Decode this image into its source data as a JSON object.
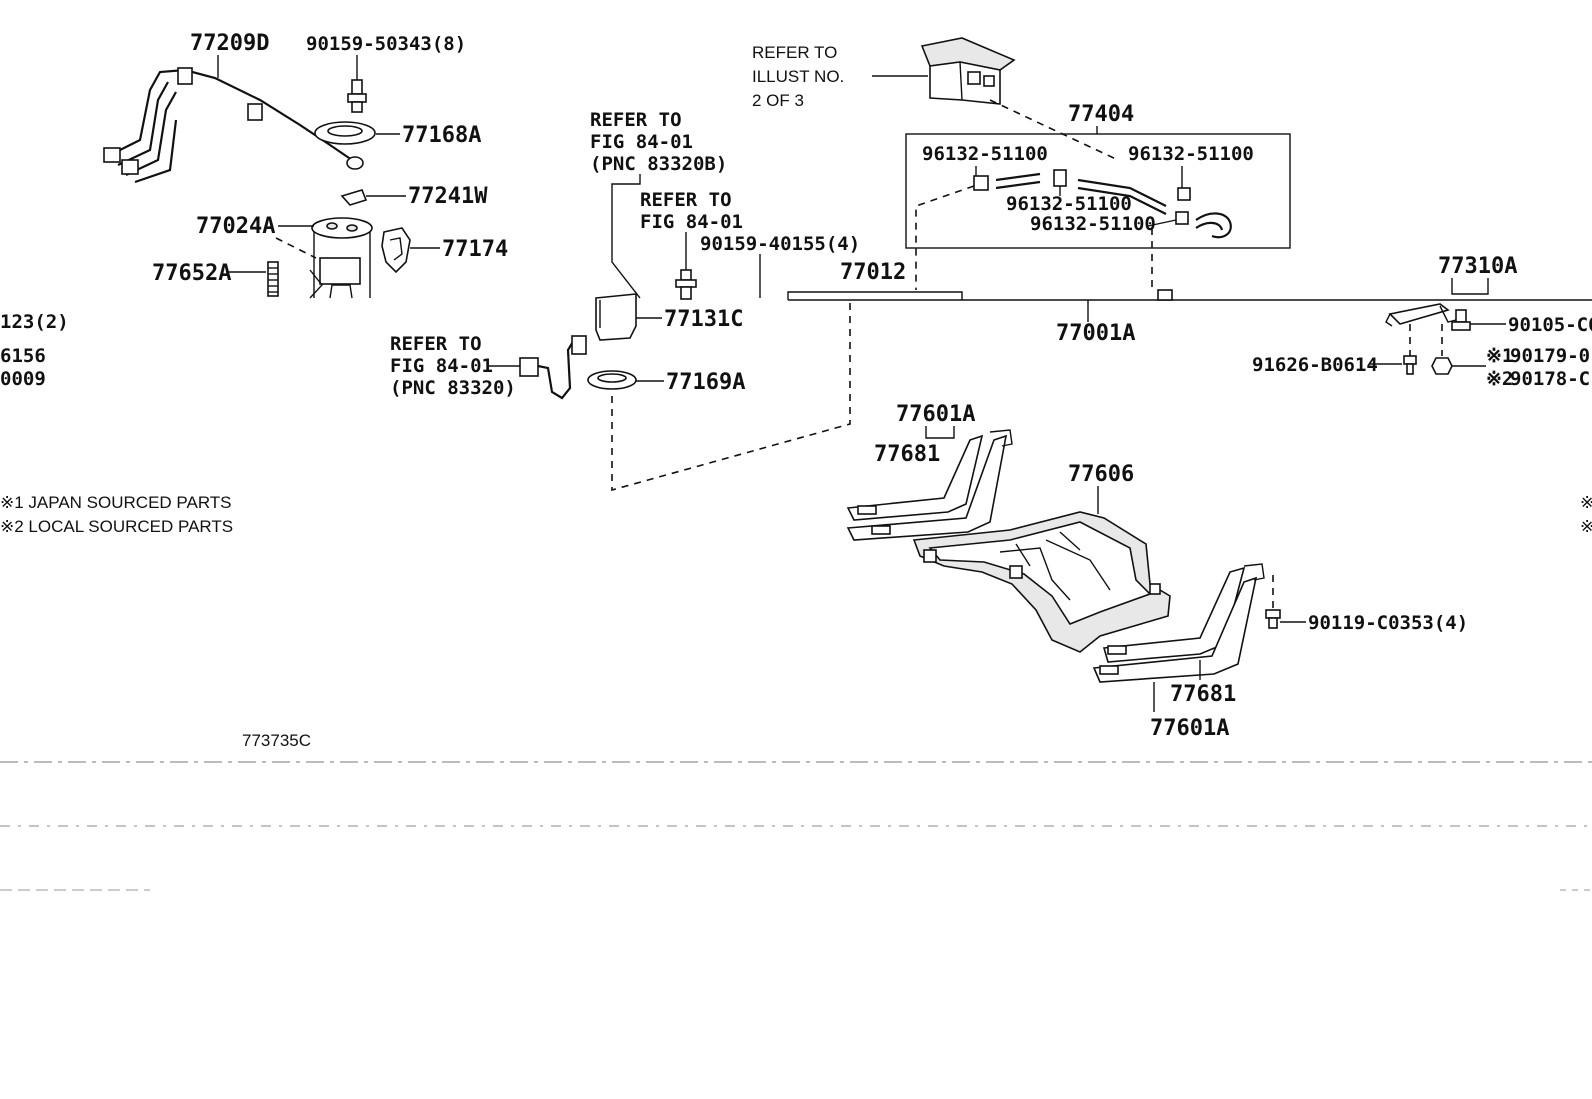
{
  "labels": {
    "p77209D": "77209D",
    "p90159_50343": "90159-50343(8)",
    "p77168A": "77168A",
    "p77241W": "77241W",
    "p77024A": "77024A",
    "p77174": "77174",
    "p77652A": "77652A",
    "left123": "123(2)",
    "left6156": "6156",
    "left0009": "0009",
    "ref1_l1": "REFER TO",
    "ref1_l2": "FIG 84-01",
    "ref1_l3": "(PNC 83320B)",
    "ref2_l1": "REFER TO",
    "ref2_l2": "FIG 84-01",
    "p90159_40155": "90159-40155(4)",
    "p77131C": "77131C",
    "ref3_l1": "REFER TO",
    "ref3_l2": "FIG 84-01",
    "ref3_l3": "(PNC 83320)",
    "p77169A": "77169A",
    "ref4_l1": "REFER TO",
    "ref4_l2": "ILLUST NO.",
    "ref4_l3": "2 OF 3",
    "p77404": "77404",
    "p96132_a": "96132-51100",
    "p96132_b": "96132-51100",
    "p96132_c": "96132-51100",
    "p96132_d": "96132-51100",
    "p77012": "77012",
    "p77001A": "77001A",
    "p77310A": "77310A",
    "p90105": "90105-C0",
    "p91626": "91626-B0614",
    "p90179": "90179-0",
    "p90178": "90178-C",
    "mark1": "※1",
    "mark2": "※2",
    "p77601A_top": "77601A",
    "p77681_top": "77681",
    "p77606": "77606",
    "p90119": "90119-C0353(4)",
    "p77681_bot": "77681",
    "p77601A_bot": "77601A",
    "note1": "※1 JAPAN SOURCED PARTS",
    "note2": "※2 LOCAL SOURCED PARTS",
    "fig_code": "773735C"
  }
}
